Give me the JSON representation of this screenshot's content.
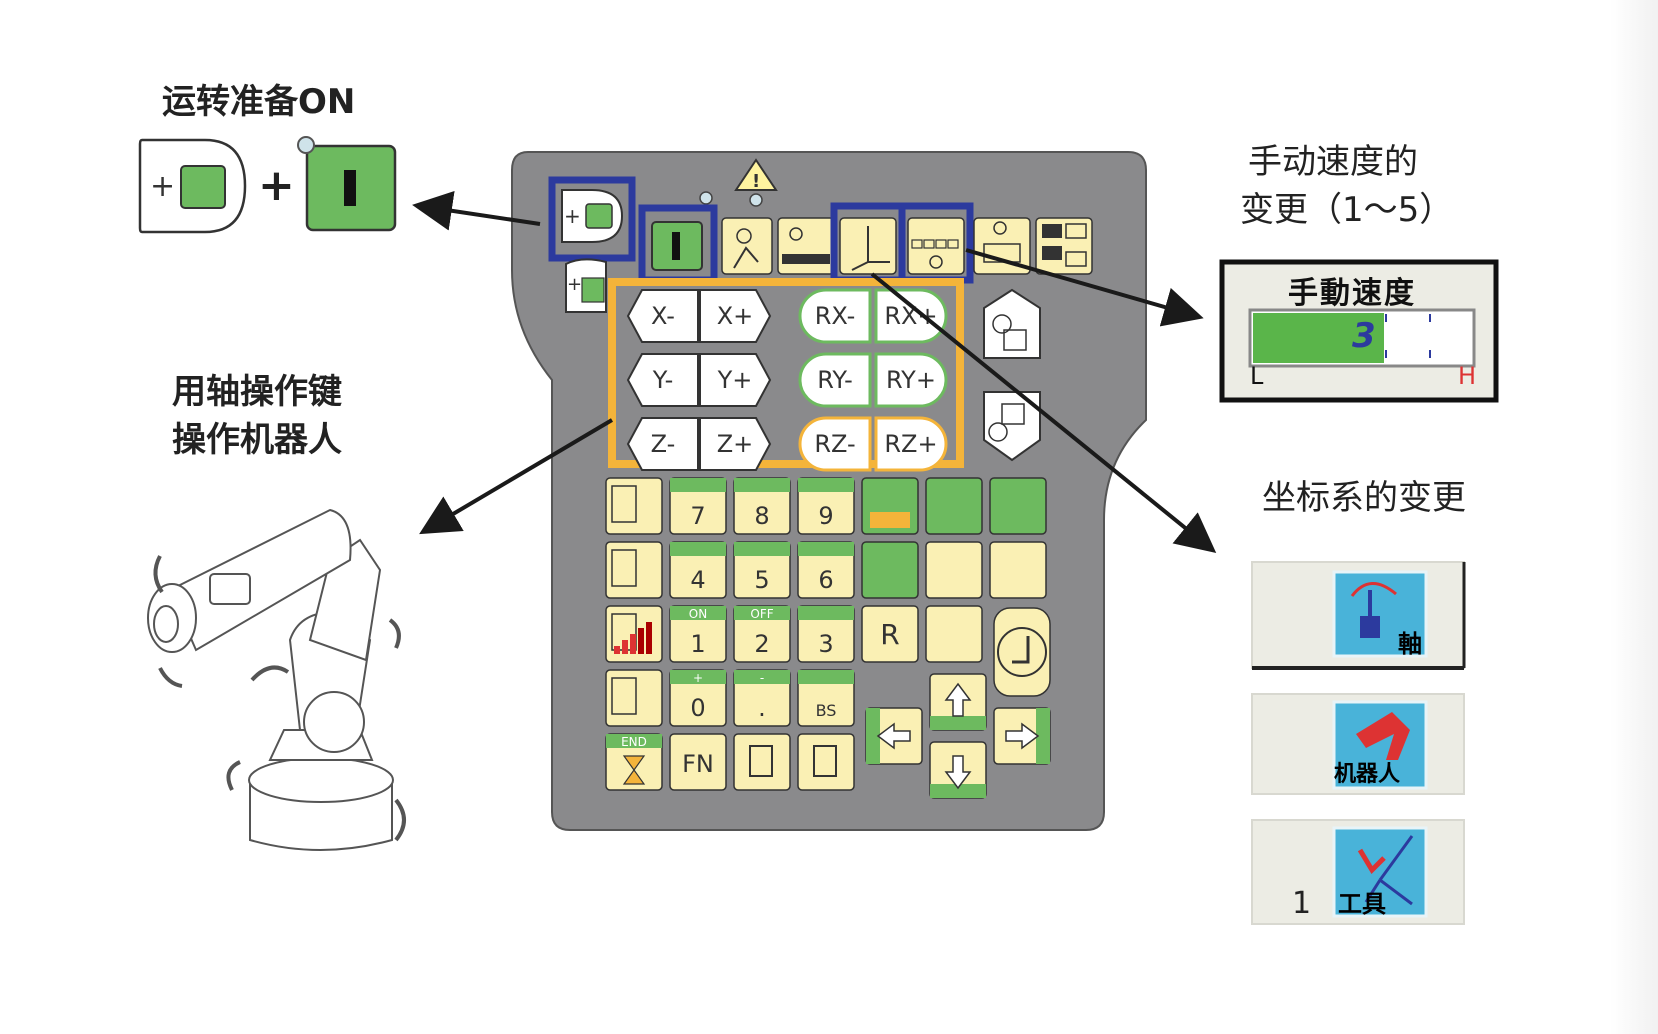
{
  "labels": {
    "servo_on": "运转准备ON",
    "jog_line1": "用轴操作键",
    "jog_line2": "操作机器人",
    "speed_line1": "手动速度的",
    "speed_line2": "变更（1～5）",
    "coord_change": "坐标系的变更"
  },
  "speed_panel": {
    "title": "手動速度",
    "value": "3",
    "level_fraction": 0.6,
    "low": "L",
    "high": "H"
  },
  "coord_items": [
    {
      "label": "軸",
      "number": ""
    },
    {
      "label": "机器人",
      "number": ""
    },
    {
      "label": "工具",
      "number": "1"
    }
  ],
  "axis_keys": [
    [
      "X-",
      "X+",
      "RX-",
      "RX+"
    ],
    [
      "Y-",
      "Y+",
      "RY-",
      "RY+"
    ],
    [
      "Z-",
      "Z+",
      "RZ-",
      "RZ+"
    ]
  ],
  "num_keys": {
    "row1": [
      "7",
      "8",
      "9"
    ],
    "row2": [
      "4",
      "5",
      "6"
    ],
    "row3": [
      {
        "top": "ON",
        "main": "1"
      },
      {
        "top": "OFF",
        "main": "2"
      },
      {
        "top": "",
        "main": "3"
      }
    ],
    "row4": [
      {
        "top": "+",
        "main": "0"
      },
      {
        "top": "-",
        "main": "."
      },
      {
        "top": "",
        "main": "BS"
      }
    ]
  },
  "misc_keys": {
    "r_key": "R",
    "fn_key": "FN",
    "end_key": "END"
  },
  "colors": {
    "pendant_body": "#8a8a8c",
    "key_yellow": "#faf0b4",
    "key_green": "#6dba5f",
    "highlight_blue": "#2c3a9e",
    "highlight_orange": "#f4b43a",
    "speed_bar": "#5ab54a"
  }
}
